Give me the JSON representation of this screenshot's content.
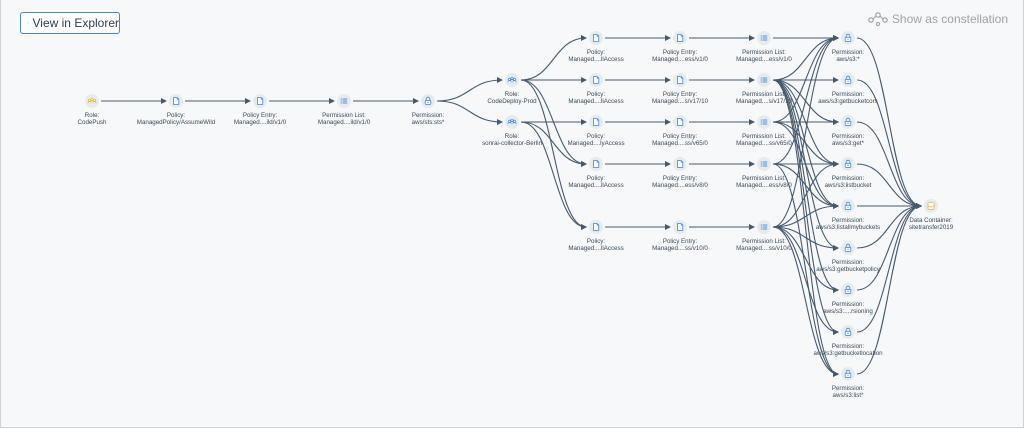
{
  "toolbar": {
    "explorer_label": "View in Explorer",
    "explorer_icon": "graph-share-icon",
    "constellation_label": "Show as constellation",
    "constellation_icon": "graph-share-icon"
  },
  "colors": {
    "edge": "#465a6e",
    "icon_blue": "#3c87d8",
    "icon_gold": "#e8b440",
    "node_bg": "#e6ebf0",
    "label": "#3a4a5a"
  },
  "nodes": [
    {
      "id": "n1",
      "kind": "role-gold",
      "title": "Role:",
      "name": "CodePush"
    },
    {
      "id": "n2",
      "kind": "policy",
      "title": "Policy:",
      "name": "ManagedPolicy/AssumeWild"
    },
    {
      "id": "n3",
      "kind": "policy",
      "title": "Policy Entry:",
      "name": "Managed....ild/v1/0"
    },
    {
      "id": "n4",
      "kind": "list",
      "title": "Permission List:",
      "name": "Managed....ild/v1/0"
    },
    {
      "id": "n5",
      "kind": "lock",
      "title": "Permission:",
      "name": "aws/sts:sts*"
    },
    {
      "id": "n6",
      "kind": "role",
      "title": "Role:",
      "name": "CodeDeploy-Prod"
    },
    {
      "id": "n7",
      "kind": "role",
      "title": "Role:",
      "name": "sonrai-collector-Berlin"
    },
    {
      "id": "p1",
      "kind": "policy",
      "title": "Policy:",
      "name": "Managed....llAccess"
    },
    {
      "id": "p2",
      "kind": "policy",
      "title": "Policy:",
      "name": "Managed....llAccess"
    },
    {
      "id": "p3",
      "kind": "policy",
      "title": "Policy:",
      "name": "Managed....lyAccess"
    },
    {
      "id": "p4",
      "kind": "policy",
      "title": "Policy:",
      "name": "Managed....llAccess"
    },
    {
      "id": "p5",
      "kind": "policy",
      "title": "Policy:",
      "name": "Managed....llAccess"
    },
    {
      "id": "e1",
      "kind": "policy",
      "title": "Policy Entry:",
      "name": "Managed....ess/v1/0"
    },
    {
      "id": "e2",
      "kind": "policy",
      "title": "Policy Entry:",
      "name": "Managed....s/v17/10"
    },
    {
      "id": "e3",
      "kind": "policy",
      "title": "Policy Entry:",
      "name": "Managed....ss/v65/0"
    },
    {
      "id": "e4",
      "kind": "policy",
      "title": "Policy Entry:",
      "name": "Managed....ess/v8/0"
    },
    {
      "id": "e5",
      "kind": "policy",
      "title": "Policy Entry:",
      "name": "Managed....ss/v10/0"
    },
    {
      "id": "l1",
      "kind": "list",
      "title": "Permission List:",
      "name": "Managed....ess/v1/0"
    },
    {
      "id": "l2",
      "kind": "list",
      "title": "Permission List:",
      "name": "Managed....s/v17/10"
    },
    {
      "id": "l3",
      "kind": "list",
      "title": "Permission List:",
      "name": "Managed....ss/v65/0"
    },
    {
      "id": "l4",
      "kind": "list",
      "title": "Permission List:",
      "name": "Managed....ess/v8/0"
    },
    {
      "id": "l5",
      "kind": "list",
      "title": "Permission List:",
      "name": "Managed....ss/v10/0"
    },
    {
      "id": "k1",
      "kind": "lock",
      "title": "Permission:",
      "name": "aws/s3:*"
    },
    {
      "id": "k2",
      "kind": "lock",
      "title": "Permission:",
      "name": "aws/s3:getbucketcors"
    },
    {
      "id": "k3",
      "kind": "lock",
      "title": "Permission:",
      "name": "aws/s3:get*"
    },
    {
      "id": "k4",
      "kind": "lock",
      "title": "Permission:",
      "name": "aws/s3:listbucket"
    },
    {
      "id": "k5",
      "kind": "lock",
      "title": "Permission:",
      "name": "aws/s3:listallmybuckets"
    },
    {
      "id": "k6",
      "kind": "lock",
      "title": "Permission:",
      "name": "aws/s3:getbucketpolicy"
    },
    {
      "id": "k7",
      "kind": "lock",
      "title": "Permission:",
      "name": "aws/s3:....rsioning"
    },
    {
      "id": "k8",
      "kind": "lock",
      "title": "Permission:",
      "name": "aws/s3:getbucketlocation"
    },
    {
      "id": "k9",
      "kind": "lock",
      "title": "Permission:",
      "name": "aws/s3:list*"
    },
    {
      "id": "dc",
      "kind": "db",
      "title": "Data Container:",
      "name": "sitetransfer2019"
    }
  ],
  "edges": [
    [
      "n1",
      "n2"
    ],
    [
      "n2",
      "n3"
    ],
    [
      "n3",
      "n4"
    ],
    [
      "n4",
      "n5"
    ],
    [
      "n5",
      "n6"
    ],
    [
      "n5",
      "n7"
    ],
    [
      "n6",
      "p1"
    ],
    [
      "n6",
      "p2"
    ],
    [
      "n6",
      "p4"
    ],
    [
      "n6",
      "p5"
    ],
    [
      "n7",
      "p3"
    ],
    [
      "n7",
      "p4"
    ],
    [
      "n7",
      "p5"
    ],
    [
      "p1",
      "e1"
    ],
    [
      "p2",
      "e2"
    ],
    [
      "p3",
      "e3"
    ],
    [
      "p4",
      "e4"
    ],
    [
      "p5",
      "e5"
    ],
    [
      "e1",
      "l1"
    ],
    [
      "e2",
      "l2"
    ],
    [
      "e3",
      "l3"
    ],
    [
      "e4",
      "l4"
    ],
    [
      "e5",
      "l5"
    ],
    [
      "l1",
      "k1"
    ],
    [
      "l2",
      "k1"
    ],
    [
      "l3",
      "k1"
    ],
    [
      "l4",
      "k1"
    ],
    [
      "l5",
      "k1"
    ],
    [
      "l2",
      "k2"
    ],
    [
      "l2",
      "k3"
    ],
    [
      "l3",
      "k3"
    ],
    [
      "l2",
      "k4"
    ],
    [
      "l3",
      "k4"
    ],
    [
      "l4",
      "k4"
    ],
    [
      "l5",
      "k4"
    ],
    [
      "l2",
      "k5"
    ],
    [
      "l3",
      "k5"
    ],
    [
      "l4",
      "k5"
    ],
    [
      "l5",
      "k5"
    ],
    [
      "l2",
      "k6"
    ],
    [
      "l5",
      "k6"
    ],
    [
      "l2",
      "k7"
    ],
    [
      "l5",
      "k7"
    ],
    [
      "l2",
      "k8"
    ],
    [
      "l5",
      "k8"
    ],
    [
      "l2",
      "k9"
    ],
    [
      "l4",
      "k9"
    ],
    [
      "l5",
      "k9"
    ],
    [
      "k1",
      "dc"
    ],
    [
      "k2",
      "dc"
    ],
    [
      "k3",
      "dc"
    ],
    [
      "k4",
      "dc"
    ],
    [
      "k5",
      "dc"
    ],
    [
      "k6",
      "dc"
    ],
    [
      "k7",
      "dc"
    ],
    [
      "k8",
      "dc"
    ],
    [
      "k9",
      "dc"
    ]
  ]
}
